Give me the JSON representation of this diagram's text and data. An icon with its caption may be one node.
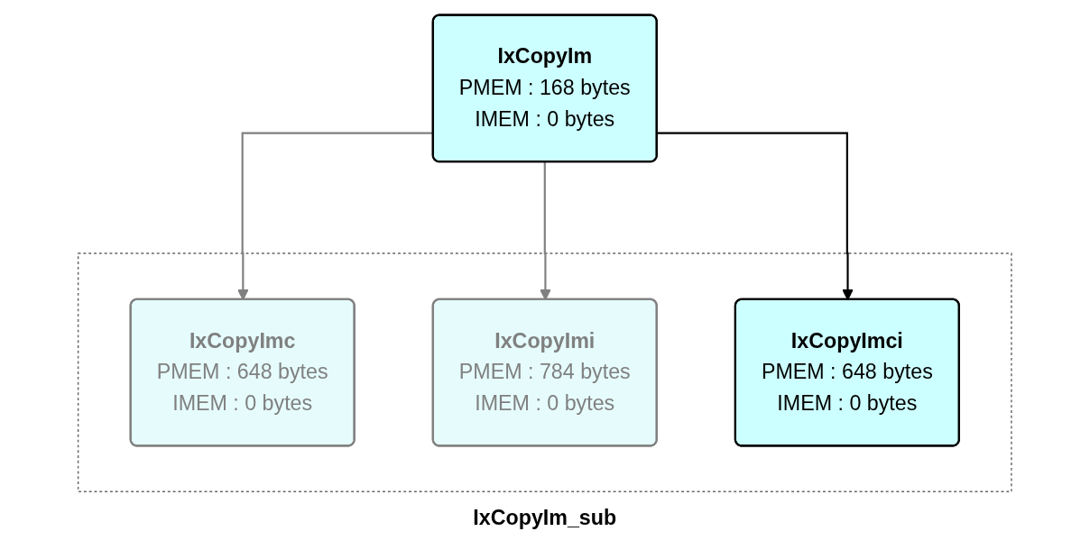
{
  "diagram": {
    "nodes": [
      {
        "text": [
          "IxCopyIm",
          "PMEM : 168 bytes",
          "IMEM : 0 bytes"
        ]
      },
      {
        "text": [
          "IxCopyIm_sub"
        ]
      },
      {
        "text": [
          "IxCopyImc",
          "PMEM : 648 bytes",
          "IMEM : 0 bytes"
        ],
        "in": 1
      },
      {
        "text": [
          "IxCopyImi",
          "PMEM : 784 bytes",
          "IMEM : 0 bytes"
        ],
        "in": 1
      },
      {
        "text": [
          "IxCopyImci",
          "PMEM : 648 bytes",
          "IMEM : 0 bytes"
        ],
        "in": 1
      }
    ],
    "edges": [
      {
        "from": 0,
        "to": 2,
        "arrow": "to",
        "color": "#808080"
      },
      {
        "from": 0,
        "to": 3,
        "arrow": "to",
        "color": "#808080"
      },
      {
        "from": 0,
        "to": 4,
        "arrow": "to",
        "color": "#000000"
      }
    ]
  }
}
